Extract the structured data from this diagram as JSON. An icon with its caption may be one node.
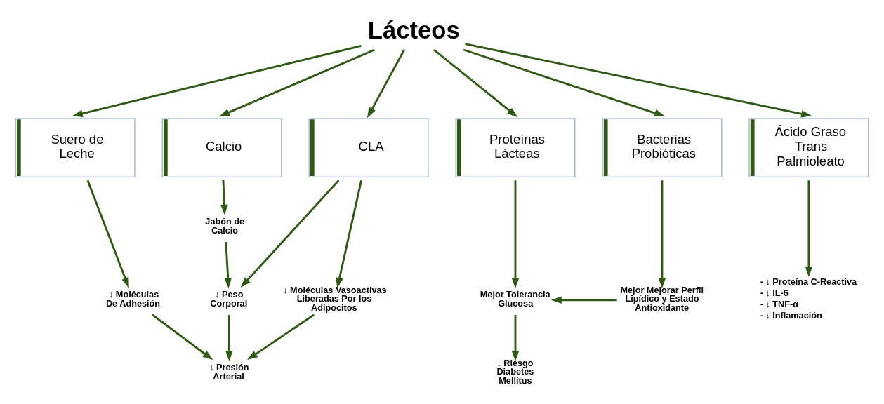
{
  "diagram": {
    "nodes": [
      {
        "text": [
          "Lácteos"
        ]
      },
      {
        "text": [
          "Suero de Leche"
        ]
      },
      {
        "text": [
          "Calcio"
        ]
      },
      {
        "text": [
          "CLA"
        ]
      },
      {
        "text": [
          "Proteínas Lácteas"
        ]
      },
      {
        "text": [
          "Bacterias Probióticas"
        ]
      },
      {
        "text": [
          "Ácido Graso Trans Palmioleato"
        ]
      },
      {
        "text": [
          "Jabón de Calcio"
        ]
      },
      {
        "text": [
          "↓ Moléculas De Adhesión"
        ]
      },
      {
        "text": [
          "↓ Peso Corporal"
        ]
      },
      {
        "text": [
          "↓ Moléculas Vasoactivas Liberadas Por los Adipocitos"
        ]
      },
      {
        "text": [
          "Mejor Tolerancia Glucosa"
        ]
      },
      {
        "text": [
          "Mejor Mejorar Perfil Lipídico y Estado Antioxidante"
        ]
      },
      {
        "text": [
          "- ↓ Proteína C-Reactiva",
          "- ↓ IL-6",
          "- ↓ TNF-α",
          "- ↓ Inflamación"
        ]
      },
      {
        "text": [
          "↓ Riesgo Diabetes Mellitus"
        ]
      },
      {
        "text": [
          "↓ Presión Arterial"
        ]
      }
    ],
    "edges": [
      {
        "from": 0,
        "to": 1,
        "arrow": "to"
      },
      {
        "from": 0,
        "to": 2,
        "arrow": "to"
      },
      {
        "from": 0,
        "to": 3,
        "arrow": "to"
      },
      {
        "from": 0,
        "to": 4,
        "arrow": "to"
      },
      {
        "from": 0,
        "to": 5,
        "arrow": "to"
      },
      {
        "from": 0,
        "to": 6,
        "arrow": "to"
      },
      {
        "from": 1,
        "to": 8,
        "arrow": "to"
      },
      {
        "from": 2,
        "to": 7,
        "arrow": "to"
      },
      {
        "from": 7,
        "to": 9,
        "arrow": "to"
      },
      {
        "from": 3,
        "to": 9,
        "arrow": "to"
      },
      {
        "from": 3,
        "to": 10,
        "arrow": "to"
      },
      {
        "from": 4,
        "to": 11,
        "arrow": "to"
      },
      {
        "from": 5,
        "to": 12,
        "arrow": "to"
      },
      {
        "from": 12,
        "to": 11,
        "arrow": "to"
      },
      {
        "from": 11,
        "to": 14,
        "arrow": "to"
      },
      {
        "from": 6,
        "to": 13,
        "arrow": "to"
      },
      {
        "from": 8,
        "to": 15,
        "arrow": "to"
      },
      {
        "from": 9,
        "to": 15,
        "arrow": "to"
      },
      {
        "from": 10,
        "to": 15,
        "arrow": "to"
      }
    ]
  }
}
